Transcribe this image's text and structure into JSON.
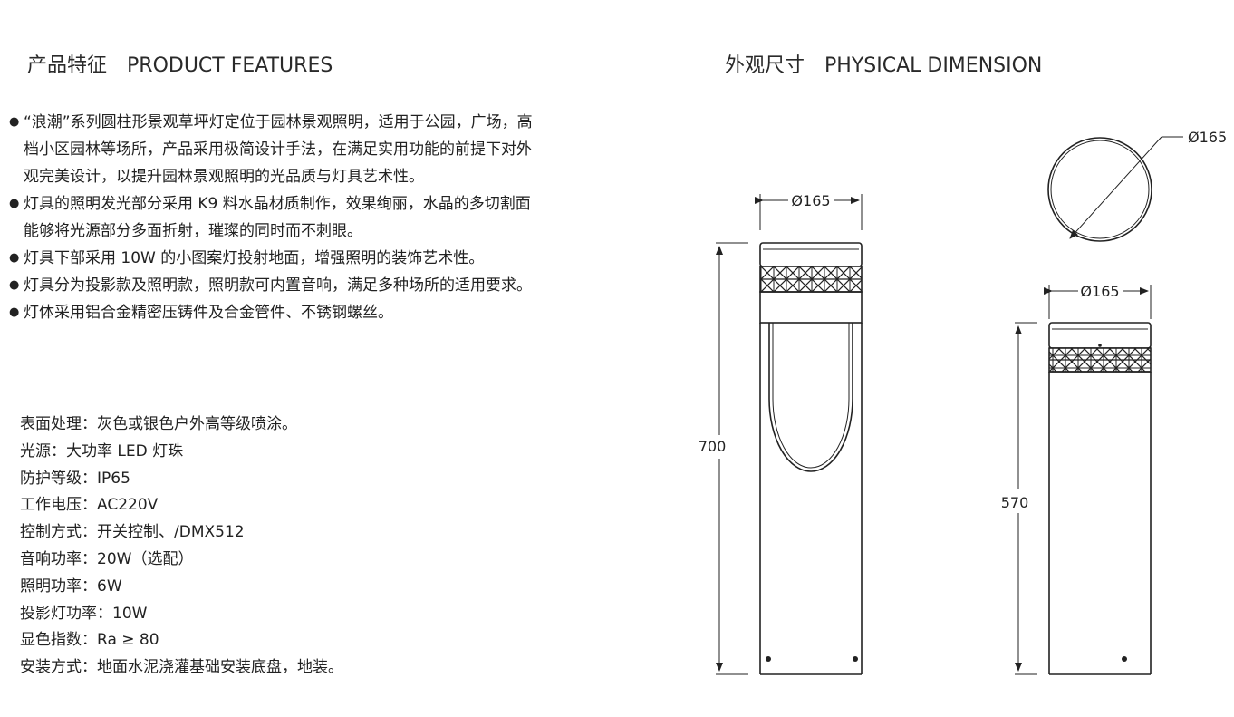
{
  "features_section": {
    "title_cn": "产品特征",
    "title_en": "PRODUCT FEATURES",
    "items": [
      "“浪潮”系列圆柱形景观草坪灯定位于园林景观照明，适用于公园，广场，高档小区园林等场所，产品采用极简设计手法，在满足实用功能的前提下对外观完美设计，以提升园林景观照明的光品质与灯具艺术性。",
      "灯具的照明发光部分采用 K9 料水晶材质制作，效果绚丽，水晶的多切割面能够将光源部分多面折射，璀璨的同时而不刺眼。",
      "灯具下部采用 10W 的小图案灯投射地面，增强照明的装饰艺术性。",
      "灯具分为投影款及照明款，照明款可内置音响，满足多种场所的适用要求。",
      "灯体采用铝合金精密压铸件及合金管件、不锈钢螺丝。"
    ]
  },
  "specs": [
    {
      "label": "表面处理：",
      "value": "灰色或银色户外高等级喷涂。"
    },
    {
      "label": "光源：",
      "value": "大功率 LED 灯珠"
    },
    {
      "label": "防护等级：",
      "value": "IP65"
    },
    {
      "label": "工作电压：",
      "value": "AC220V"
    },
    {
      "label": "控制方式：",
      "value": "开关控制、/DMX512"
    },
    {
      "label": "音响功率：",
      "value": "20W（选配）"
    },
    {
      "label": "照明功率：",
      "value": "6W"
    },
    {
      "label": "投影灯功率：",
      "value": "10W"
    },
    {
      "label": "显色指数：",
      "value": "Ra ≥ 80"
    },
    {
      "label": "安装方式：",
      "value": "地面水泥浇灌基础安装底盘，地装。"
    }
  ],
  "dimension_section": {
    "title_cn": "外观尺寸",
    "title_en": "PHYSICAL DIMENSION",
    "left_model": {
      "diameter": "Ø165",
      "height": "700"
    },
    "right_model": {
      "diameter": "Ø165",
      "height": "570"
    },
    "top_view": {
      "diameter": "Ø165"
    }
  },
  "colors": {
    "line": "#222222",
    "text": "#222222"
  }
}
